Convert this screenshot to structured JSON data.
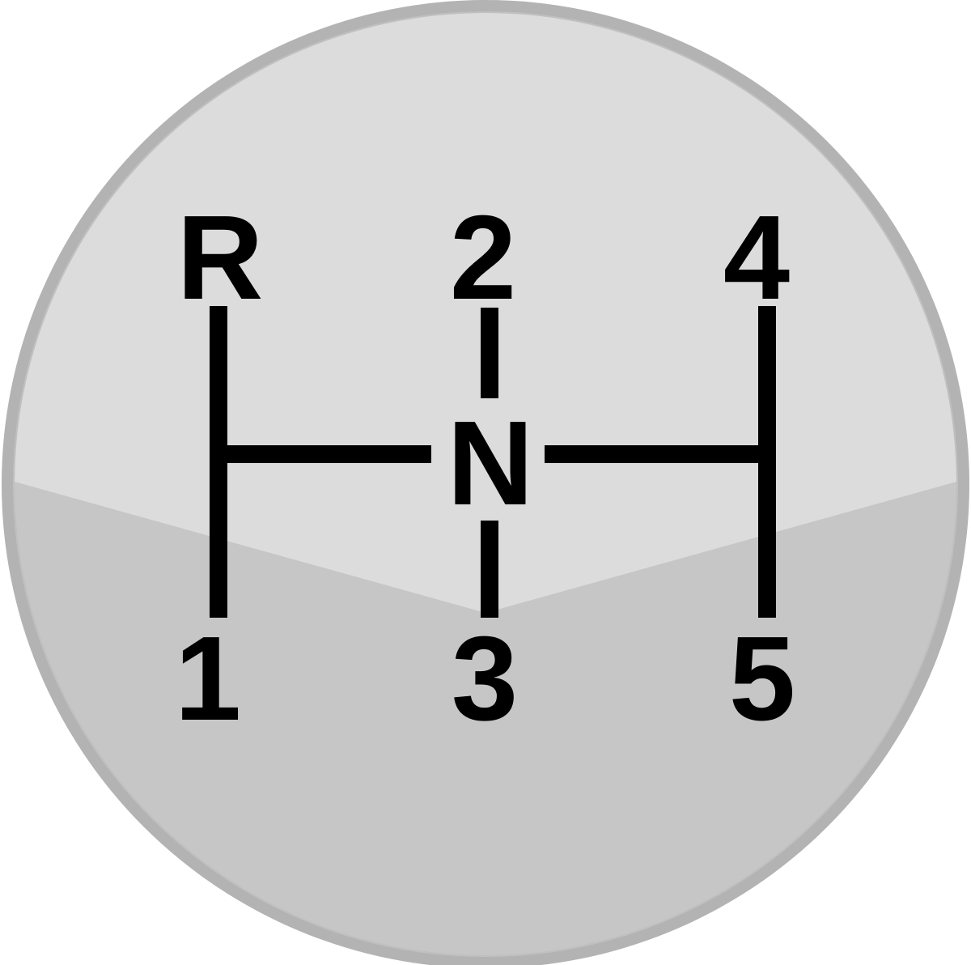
{
  "colors": {
    "rim": "#b3b3b3",
    "face_upper": "#dcdcdc",
    "face_lower": "#c6c6c6",
    "ink": "#000000"
  },
  "gears": {
    "reverse": "R",
    "second": "2",
    "fourth": "4",
    "neutral": "N",
    "first": "1",
    "third": "3",
    "fifth": "5"
  }
}
